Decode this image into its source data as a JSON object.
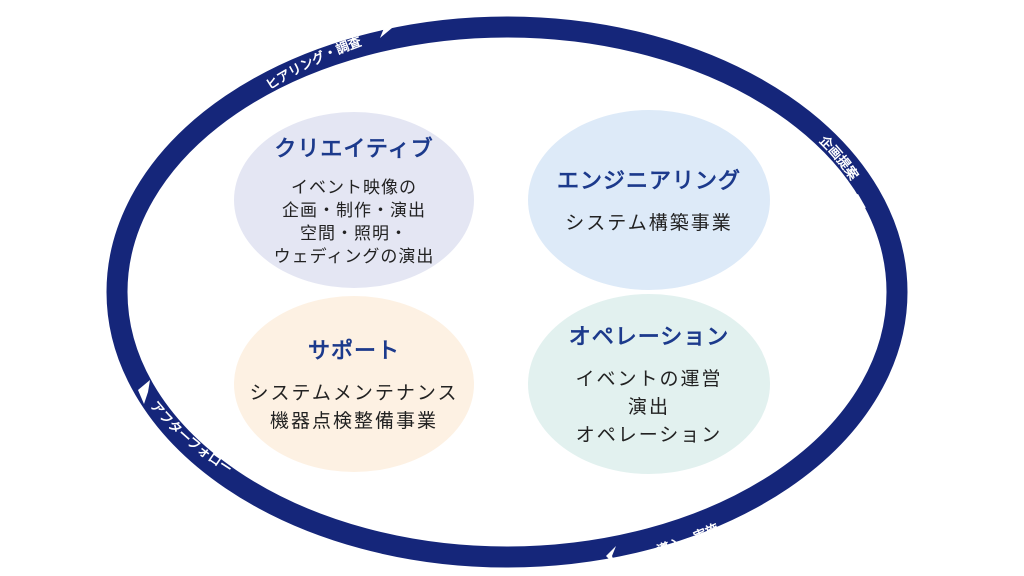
{
  "colors": {
    "ring": "#15267a",
    "title": "#1c3a8c",
    "creative_bg": "#e4e6f3",
    "engineering_bg": "#ddeaf8",
    "support_bg": "#fdf1e3",
    "operation_bg": "#e2f1ef"
  },
  "cycle_labels": {
    "hearing": "ヒアリング・調査",
    "proposal": "企画提案",
    "implementation": "導入・実施",
    "after_follow": "アフターフォロー"
  },
  "creative": {
    "title": "クリエイティブ",
    "lines": [
      "イベント映像の",
      "企画・制作・演出",
      "空間・照明・",
      "ウェディングの演出"
    ]
  },
  "engineering": {
    "title": "エンジニアリング",
    "lines": [
      "システム構築事業"
    ]
  },
  "support": {
    "title": "サポート",
    "lines": [
      "システムメンテナンス",
      "機器点検整備事業"
    ]
  },
  "operation": {
    "title": "オペレーション",
    "lines": [
      "イベントの運営",
      "演出",
      "オペレーション"
    ]
  }
}
